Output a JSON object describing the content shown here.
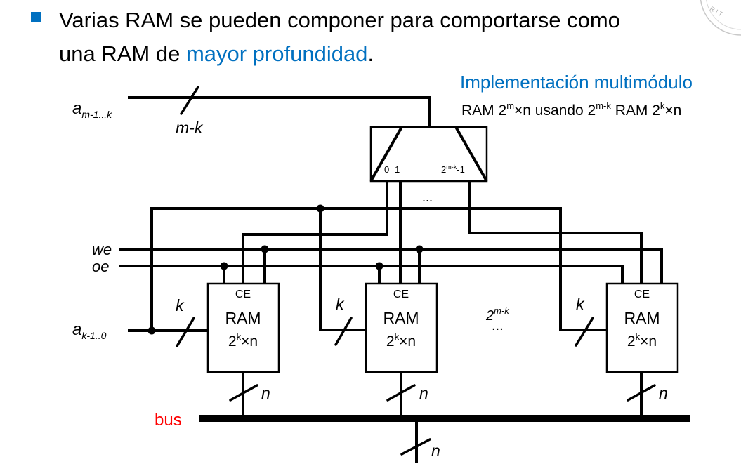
{
  "slide": {
    "bullet_line1": "Varias RAM se pueden componer para comportarse como",
    "bullet_line2_prefix": "una RAM de ",
    "bullet_line2_highlight": "mayor profundidad",
    "bullet_line2_suffix": ".",
    "accent_color": "#0070c0",
    "bullet_color": "#0070c0"
  },
  "side_note": {
    "title": "Implementación multimódulo",
    "desc_prefix": "RAM 2",
    "desc_sup1": "m",
    "desc_mid1": "×n usando 2",
    "desc_sup2": "m-k",
    "desc_mid2": " RAM 2",
    "desc_sup3": "k",
    "desc_suffix": "×n"
  },
  "diagram": {
    "addr_high_base": "a",
    "addr_high_sub": "m-1...k",
    "width_high": "m-k",
    "decoder_out_0": "0",
    "decoder_out_1": "1",
    "decoder_out_last_base": "2",
    "decoder_out_last_sup": "m-k",
    "decoder_out_last_suffix": "-1",
    "decoder_ellipsis": "...",
    "we_label": "we",
    "oe_label": "oe",
    "addr_low_base": "a",
    "addr_low_sub": "k-1..0",
    "width_low": "k",
    "ram_ce": "CE",
    "ram_title": "RAM",
    "ram_size_base": "2",
    "ram_size_sup": "k",
    "ram_size_suffix": "×n",
    "count_base": "2",
    "count_sup": "m-k",
    "count_ellipsis": "...",
    "width_data": "n",
    "bus_label": "bus",
    "bus_color": "#ff0000"
  }
}
